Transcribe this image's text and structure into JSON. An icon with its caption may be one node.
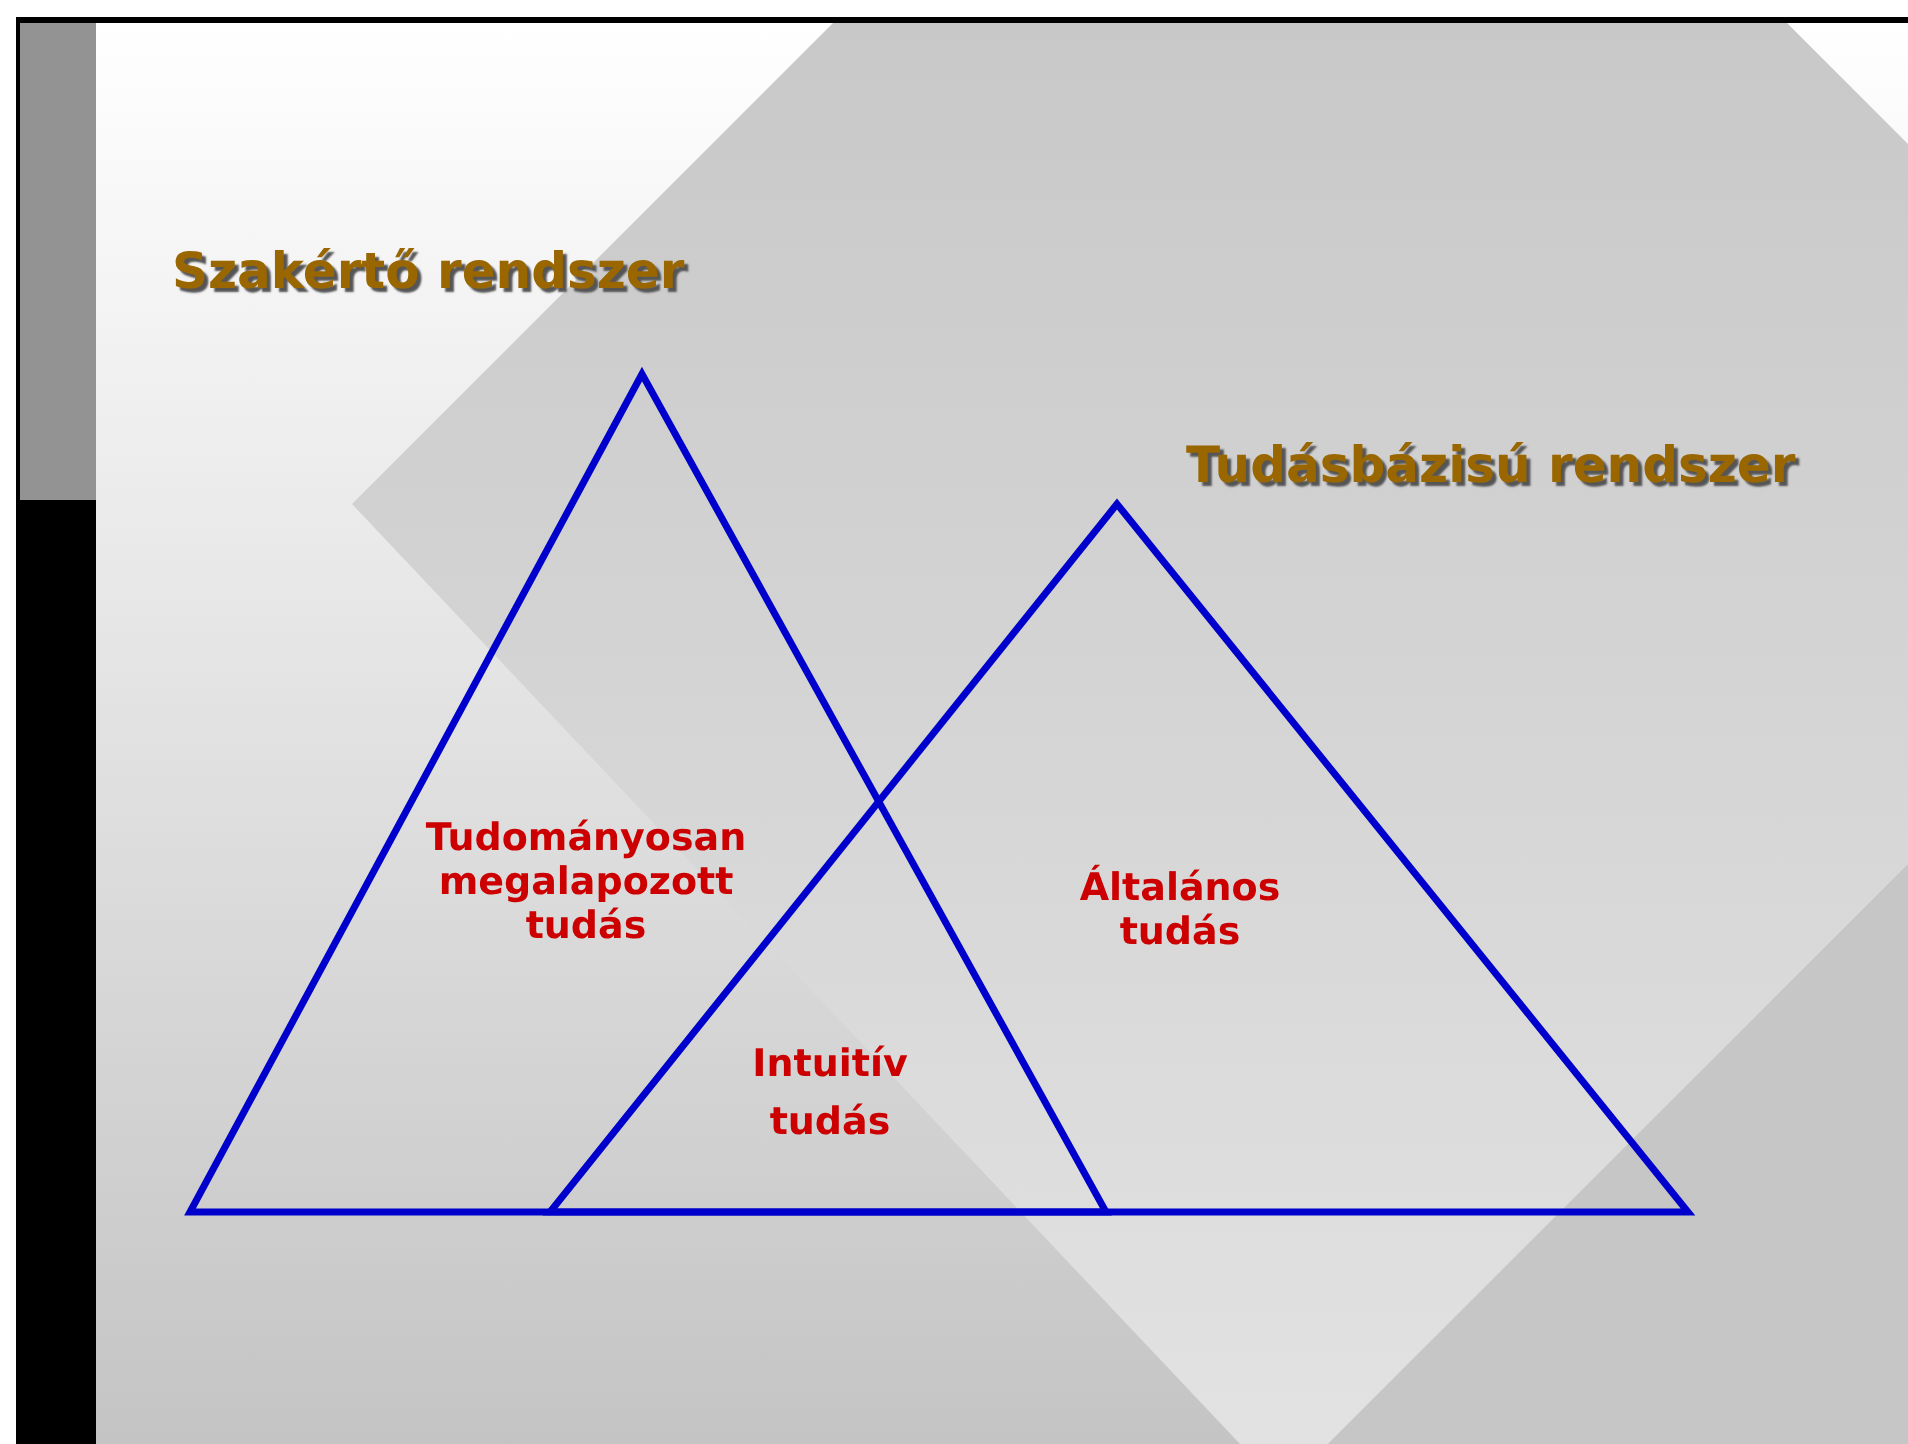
{
  "diagram": {
    "nodes": [
      {
        "text": [
          "Szakértő rendszer",
          "Tudományosan megalapozott tudás"
        ]
      },
      {
        "text": [
          "Tudásbázisú rendszer",
          "Általános tudás"
        ]
      }
    ],
    "labels": [
      "Intuitív tudás"
    ]
  }
}
